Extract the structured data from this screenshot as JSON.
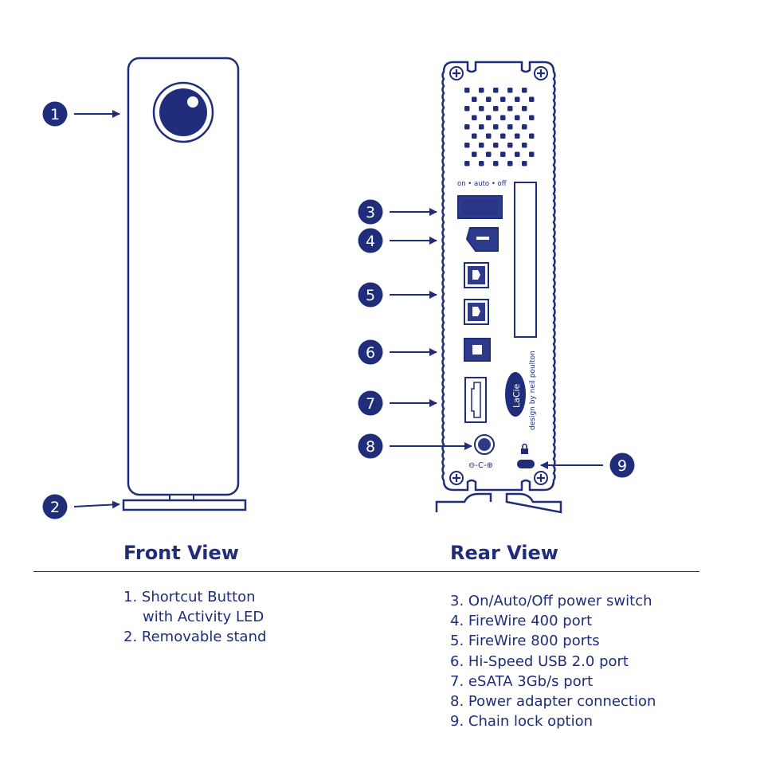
{
  "colors": {
    "primary": "#1f2d7a",
    "background": "#ffffff"
  },
  "front_view": {
    "heading": "Front View",
    "items": [
      "1. Shortcut Button",
      "with Activity LED",
      "2. Removable stand"
    ]
  },
  "rear_view": {
    "heading": "Rear View",
    "items": [
      "3. On/Auto/Off power switch",
      "4. FireWire 400 port",
      "5. FireWire 800 ports",
      "6. Hi-Speed USB 2.0 port",
      "7. eSATA 3Gb/s port",
      "8. Power adapter connection",
      "9. Chain lock option"
    ]
  },
  "device_labels": {
    "switch_label": "on • auto • off",
    "designer": "design by neil poulton",
    "brand": "LaCie",
    "power_polarity": "⊖-C-⊕"
  },
  "callouts": [
    "1",
    "2",
    "3",
    "4",
    "5",
    "6",
    "7",
    "8",
    "9"
  ]
}
